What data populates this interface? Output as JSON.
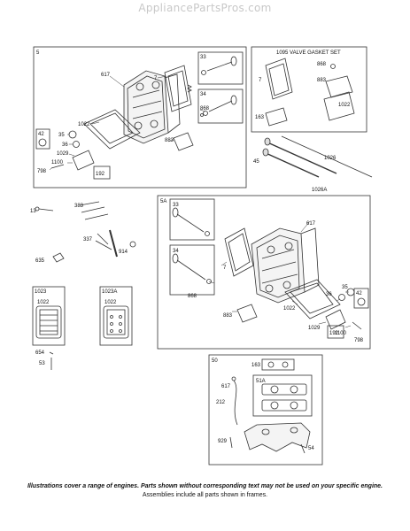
{
  "watermark": "AppliancePartsPros.com",
  "frames": {
    "f5": "5",
    "f1095": "1095 VALVE GASKET SET",
    "f33": "33",
    "f34": "34",
    "f192a": "192",
    "f42a": "42",
    "f5a": "5A",
    "f33b": "33",
    "f34b": "34",
    "f42b": "42",
    "f192b": "192",
    "f1023": "1023",
    "f1023a": "1023A",
    "f50": "50",
    "f51a": "51A"
  },
  "labels": {
    "l617a": "617",
    "l7a": "7",
    "l1022a": "1022",
    "l868a": "868",
    "l883a": "883",
    "l35a": "35",
    "l36a": "36",
    "l1029a": "1029",
    "l1100a": "1100",
    "l798a": "798",
    "l868b": "868",
    "l883b": "883",
    "l7b": "7",
    "l163a": "163",
    "l1022b": "1022",
    "l45": "45",
    "l1026": "1026",
    "l1026a": "1026A",
    "l13": "13",
    "l383": "383",
    "l337": "337",
    "l914": "914",
    "l635": "635",
    "l617b": "617",
    "l7c": "7",
    "l868c": "868",
    "l883c": "883",
    "l1022c": "1022",
    "l36b": "36",
    "l35b": "35",
    "l1029b": "1029",
    "l1100b": "1100",
    "l798b": "798",
    "l1022d": "1022",
    "l1022e": "1022",
    "l654": "654",
    "l53": "53",
    "l163b": "163",
    "l617c": "617",
    "l212": "212",
    "l929": "929",
    "l54": "54"
  },
  "caption": {
    "line1": "Illustrations cover a range of engines. Parts shown without corresponding text may not be used on your specific engine.",
    "line2": "Assemblies include all parts shown in frames."
  }
}
